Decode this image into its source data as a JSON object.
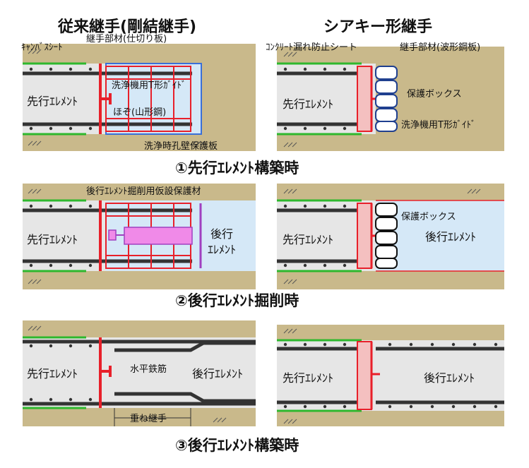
{
  "columns": {
    "left_title": "従来継手(剛結継手)",
    "right_title": "シアキー形継手"
  },
  "steps": [
    {
      "title": "①先行ｴﾚﾒﾝﾄ構築時"
    },
    {
      "title": "②後行ｴﾚﾒﾝﾄ掘削時"
    },
    {
      "title": "③後行ｴﾚﾒﾝﾄ構築時"
    }
  ],
  "labels": {
    "canvas_sheet": "ｷｬﾝﾊﾞｽｼｰﾄ",
    "joint_member_partition": "継手部材(仕切り板)",
    "washer_t_guide": "洗浄機用T形ｶﾞｲﾄﾞ",
    "hozo_angle": "ほぞ(山形鋼)",
    "wash_wall_plate": "洗浄時孔壁保護板",
    "concrete_leak_sheet": "ｺﾝｸﾘｰﾄ漏れ防止シート",
    "joint_member_corrugated": "継手部材(波形鋼板)",
    "protect_box": "保護ボックス",
    "temp_protect": "後行ｴﾚﾒﾝﾄ掘削用仮設保護材",
    "leading_element": "先行ｴﾚﾒﾝﾄ",
    "trailing_element": "後行ｴﾚﾒﾝﾄ",
    "trailing_element_l1": "後行",
    "trailing_element_l2": "ｴﾚﾒﾝﾄ",
    "horizontal_rebar": "水平鉄筋",
    "lap_joint": "重ね継手"
  },
  "colors": {
    "soil": "#c9b98b",
    "concrete": "#e6e6e6",
    "excavation": "#d5e8f7",
    "steel": "#e8202a",
    "sheet": "#2eb82e",
    "rebar": "#333333",
    "box_fill": "#ffffff",
    "box_stroke": "#1f3f8f",
    "temp_protect_fill": "#f08ae8",
    "temp_protect_stroke": "#a040c0",
    "plate_blue": "#3a6fd8"
  },
  "icons": [
    "hatch-soil-icon"
  ]
}
